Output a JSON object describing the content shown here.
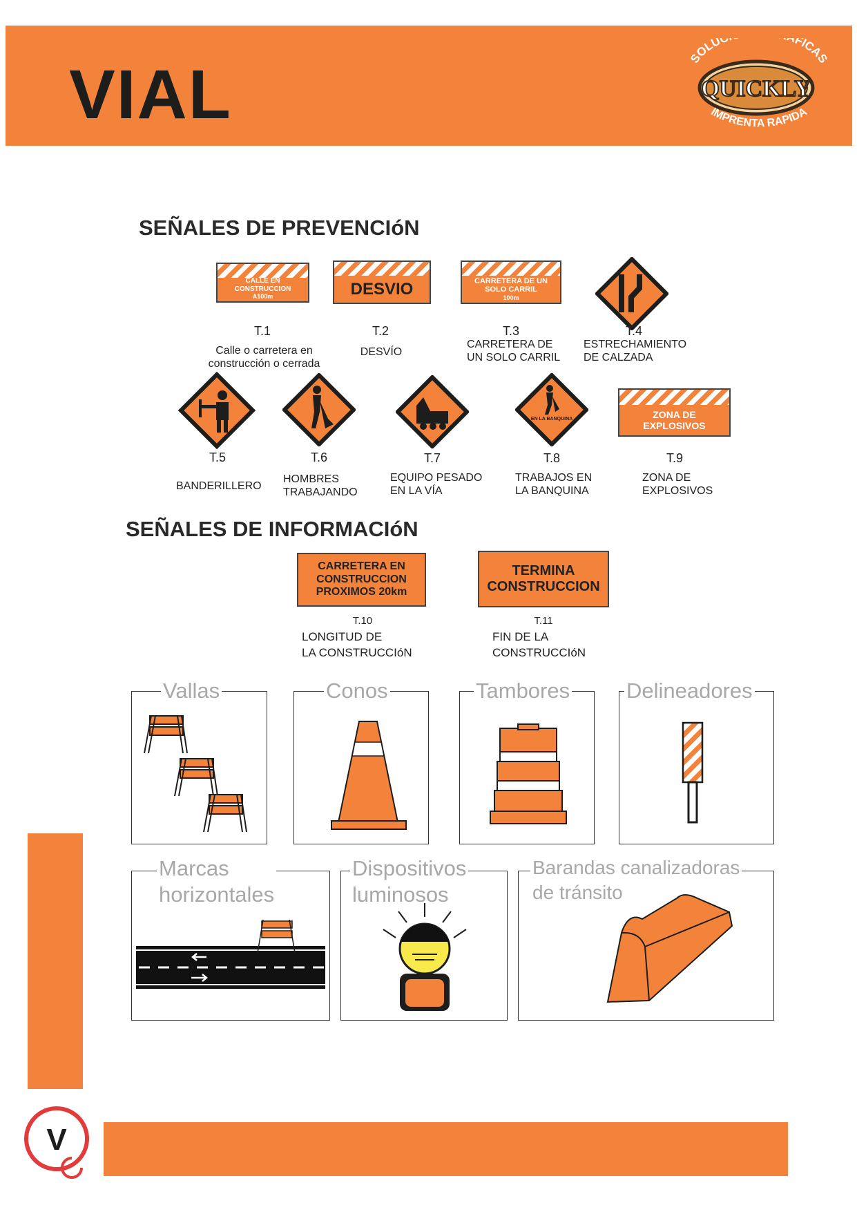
{
  "header": {
    "title": "VIAL",
    "logo": {
      "arc_top": "SOLUCIONES GRAFICAS",
      "brand": "QUICKLY",
      "arc_bottom": "IMPRENTA RAPIDA"
    }
  },
  "prevention": {
    "heading": "SEÑALES DE PREVENCIóN",
    "signs": [
      {
        "code": "T.1",
        "text": "CALLE EN CONSTRUCCION",
        "sub": "A100m",
        "desc1": "Calle o carretera en",
        "desc2": "construcción o cerrada"
      },
      {
        "code": "T.2",
        "text": "DESVIO",
        "desc1": "DESVÍO",
        "desc2": ""
      },
      {
        "code": "T.3",
        "text": "CARRETERA DE UN SOLO CARRIL",
        "sub": "100m",
        "desc1": "CARRETERA DE",
        "desc2": "UN SOLO CARRIL"
      },
      {
        "code": "T.4",
        "desc1": "ESTRECHAMIENTO",
        "desc2": "DE CALZADA"
      },
      {
        "code": "T.5",
        "desc1": "BANDERILLERO",
        "desc2": ""
      },
      {
        "code": "T.6",
        "desc1": "HOMBRES",
        "desc2": "TRABAJANDO"
      },
      {
        "code": "T.7",
        "desc1": "EQUIPO PESADO",
        "desc2": "EN LA VÍA"
      },
      {
        "code": "T.8",
        "text": "EN LA BANQUINA",
        "desc1": "TRABAJOS EN",
        "desc2": "LA BANQUINA"
      },
      {
        "code": "T.9",
        "text": "ZONA DE EXPLOSIVOS",
        "desc1": "ZONA DE",
        "desc2": "EXPLOSIVOS"
      }
    ]
  },
  "information": {
    "heading": "SEÑALES DE INFORMACIóN",
    "signs": [
      {
        "code": "T.10",
        "l1": "CARRETERA EN",
        "l2": "CONSTRUCCION",
        "l3": "PROXIMOS 20km",
        "desc1": "LONGITUD DE",
        "desc2": "LA CONSTRUCCIóN"
      },
      {
        "code": "T.11",
        "l1": "TERMINA",
        "l2": "CONSTRUCCION",
        "desc1": "FIN DE LA",
        "desc2": "CONSTRUCCIóN"
      }
    ]
  },
  "devices": {
    "vallas": "Vallas",
    "conos": "Conos",
    "tambores": "Tambores",
    "delineadores": "Delineadores",
    "marcas1": "Marcas",
    "marcas2": "horizontales",
    "disp1": "Dispositivos",
    "disp2": "luminosos",
    "bar1": "Barandas canalizadoras",
    "bar2": "de tránsito"
  },
  "footer": {
    "letter": "V"
  },
  "colors": {
    "orange": "#f3833b",
    "dark": "#1d1d1b",
    "caption_gray": "#a8a8a8"
  }
}
